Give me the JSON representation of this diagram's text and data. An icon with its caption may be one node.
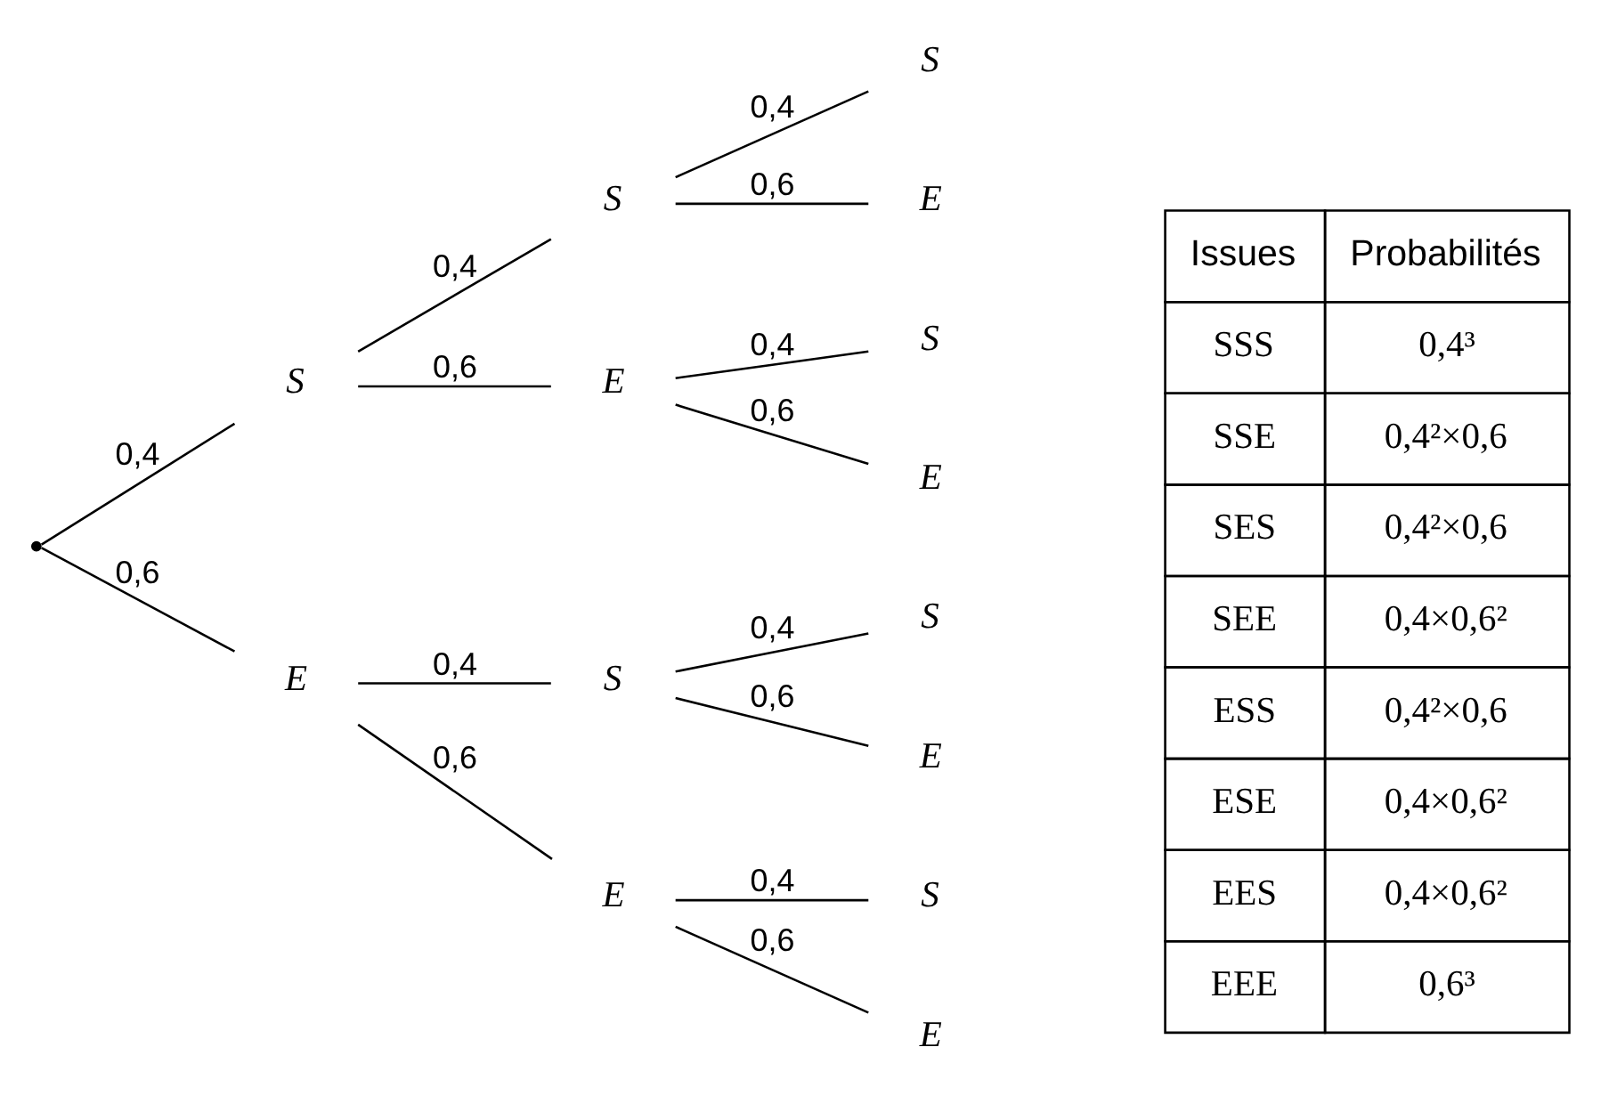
{
  "diagram": {
    "nodes": [
      {
        "text": [],
        "shape": "point"
      },
      {
        "text": [
          "S"
        ]
      },
      {
        "text": [
          "E"
        ]
      },
      {
        "text": [
          "S"
        ]
      },
      {
        "text": [
          "E"
        ]
      },
      {
        "text": [
          "S"
        ]
      },
      {
        "text": [
          "E"
        ]
      },
      {
        "text": [
          "S"
        ]
      },
      {
        "text": [
          "E"
        ]
      },
      {
        "text": [
          "S"
        ]
      },
      {
        "text": [
          "E"
        ]
      },
      {
        "text": [
          "S"
        ]
      },
      {
        "text": [
          "E"
        ]
      },
      {
        "text": [
          "S"
        ]
      },
      {
        "text": [
          "E"
        ]
      }
    ],
    "edges": [
      {
        "from": 0,
        "to": 1,
        "arrow": "none",
        "label": "0,4"
      },
      {
        "from": 0,
        "to": 2,
        "arrow": "none",
        "label": "0,6"
      },
      {
        "from": 1,
        "to": 3,
        "arrow": "none",
        "label": "0,4"
      },
      {
        "from": 1,
        "to": 4,
        "arrow": "none",
        "label": "0,6"
      },
      {
        "from": 2,
        "to": 5,
        "arrow": "none",
        "label": "0,4"
      },
      {
        "from": 2,
        "to": 6,
        "arrow": "none",
        "label": "0,6"
      },
      {
        "from": 3,
        "to": 7,
        "arrow": "none",
        "label": "0,4"
      },
      {
        "from": 3,
        "to": 8,
        "arrow": "none",
        "label": "0,6"
      },
      {
        "from": 4,
        "to": 9,
        "arrow": "none",
        "label": "0,4"
      },
      {
        "from": 4,
        "to": 10,
        "arrow": "none",
        "label": "0,6"
      },
      {
        "from": 5,
        "to": 11,
        "arrow": "none",
        "label": "0,4"
      },
      {
        "from": 5,
        "to": 12,
        "arrow": "none",
        "label": "0,6"
      },
      {
        "from": 6,
        "to": 13,
        "arrow": "none",
        "label": "0,4"
      },
      {
        "from": 6,
        "to": 14,
        "arrow": "none",
        "label": "0,6"
      }
    ],
    "labels": [
      "Issues",
      "Probabilités",
      "SSS",
      "0,4³",
      "SSE",
      "0,4²×0,6",
      "SES",
      "0,4²×0,6",
      "SEE",
      "0,4×0,6²",
      "ESS",
      "0,4²×0,6",
      "ESE",
      "0,4×0,6²",
      "EES",
      "0,4×0,6²",
      "EEE",
      "0,6³"
    ]
  }
}
